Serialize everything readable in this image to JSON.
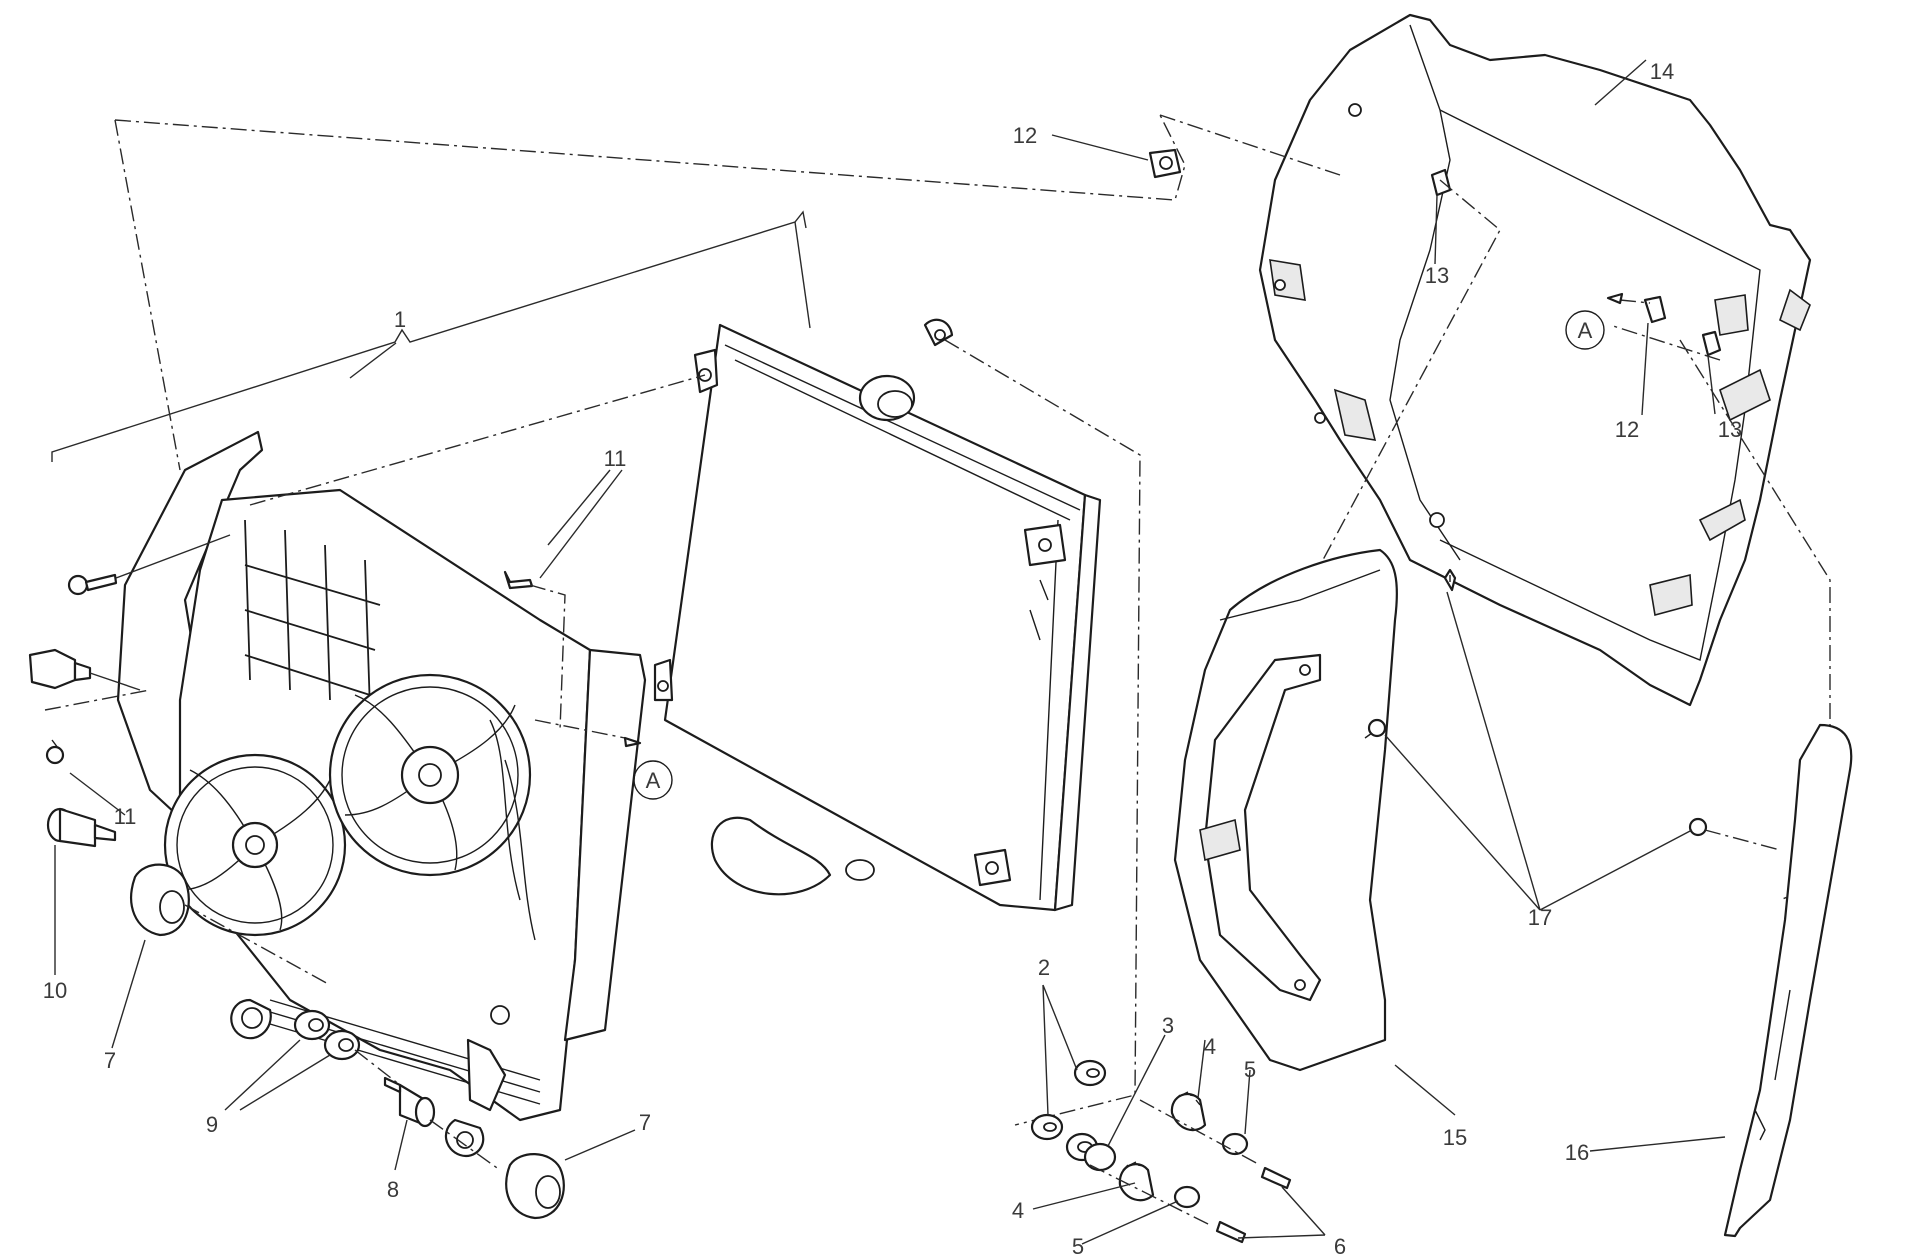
{
  "diagram": {
    "callouts": {
      "c1": "1",
      "c2": "2",
      "c3": "3",
      "c4a": "4",
      "c4b": "4",
      "c5a": "5",
      "c5b": "5",
      "c6": "6",
      "c7a": "7",
      "c7b": "7",
      "c8": "8",
      "c9": "9",
      "c10": "10",
      "c11a": "11",
      "c11b": "11",
      "c12a": "12",
      "c12b": "12",
      "c13a": "13",
      "c13b": "13",
      "c14": "14",
      "c15": "15",
      "c16": "16",
      "c17": "17"
    },
    "reference_marks": {
      "radiator": "A",
      "shroud": "A"
    }
  }
}
